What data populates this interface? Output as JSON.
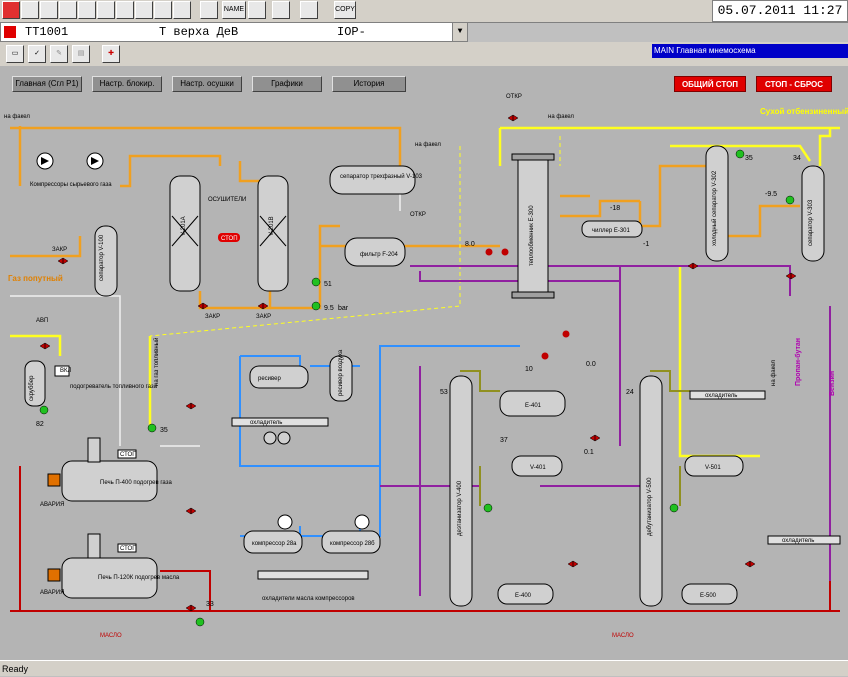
{
  "toolbar": {
    "icons": [
      "alarm-icon",
      "stats-icon",
      "trend-icon",
      "camera-icon",
      "display-icon",
      "window-icon",
      "chart-icon",
      "wave-icon",
      "report-icon",
      "tools-icon",
      "nav-icon",
      "name-icon",
      "printer-icon",
      "mask-icon",
      "pattern-icon",
      "copy-icon"
    ],
    "name_label": "NAME",
    "copy_label": "COPY",
    "datetime": "05.07.2011 11:27"
  },
  "tagbar": {
    "tag": "TT1001",
    "description": "Т верха ДеВ",
    "unit": "IOP-"
  },
  "main_header": "MAIN Главная мнемосхема",
  "nav": {
    "main": "Главная (Сгл Р1)",
    "blocks": "Настр. блокир.",
    "dryer": "Настр. осушки",
    "graphs": "Графики",
    "history": "История"
  },
  "buttons": {
    "general_stop": "ОБЩИЙ СТОП",
    "stop_reset": "СТОП - СБРОС"
  },
  "status": "Ready",
  "labels": {
    "na_fakel": "на факел",
    "compressors": "Компрессоры сырьевого газа",
    "gas_line": "Газ попутный",
    "separator_v100": "сепаратор V-100",
    "dryers": "ОСУШИТЕЛИ",
    "v201a": "V-201A",
    "v201b": "V-201B",
    "stop": "СТОП",
    "separator_v103": "сепаратор трехфазный V-103",
    "filter": "фильтр F-204",
    "exchanger_e300": "теплообменник Е-300",
    "chiller": "чиллер Е-301",
    "cold_sep": "холодный сепаратор V-302",
    "sep_v303": "сепаратор V-303",
    "dry_gas": "Сухой отбензиненный газ",
    "scrubber": "скруббер",
    "heater_fuel": "подогреватель топливного газа",
    "furnace_p400": "Печь П-400 подогрев газа",
    "furnace_p120": "Печь П-120К подогрев масла",
    "receiver": "ресивер",
    "receiver_air": "ресивер воздуха",
    "cooler": "охладитель",
    "comp_a": "компрессор 28а",
    "comp_b": "компрессор 28б",
    "oil_coolers": "охладители масла компрессоров",
    "v400": "деэтанизатор V-400",
    "e401": "Е-401",
    "v401": "V-401",
    "e400": "Е-400",
    "v500": "дебутанизатор V-500",
    "v501": "V-501",
    "e500": "Е-500",
    "propane": "Пропан-бутан",
    "benzin": "Бензин",
    "oil": "МАСЛО",
    "zakr": "ЗАКР",
    "otkr": "ОТКР",
    "abp": "АВП",
    "bkl": "ВКЛ",
    "avaria": "АВАРИЯ",
    "to_fakel_vert": "на факел",
    "to_fuel_gas": "на газ топливный"
  },
  "values": {
    "p_kgf": "-9.5",
    "t_flow": "8.0",
    "t_51": "51",
    "p_95": "9.5",
    "t_35": "35",
    "t_82": "82",
    "t_18": "-18",
    "pct_1": "-1",
    "t_35b": "35",
    "t_34": "34",
    "pct_0": "0.0",
    "t_33": "33",
    "t_53": "53",
    "t_24": "24",
    "t_37": "37",
    "t_10": "10",
    "pct_5": "0.1",
    "p_bar": "bar"
  },
  "colors": {
    "orange": "#f0a020",
    "yellow": "#ffff20",
    "blue": "#3090ff",
    "purple": "#9020a0",
    "olive": "#909020",
    "red": "#c00000",
    "gray": "#e0e0e0",
    "vessel": "#d0d0d0"
  }
}
